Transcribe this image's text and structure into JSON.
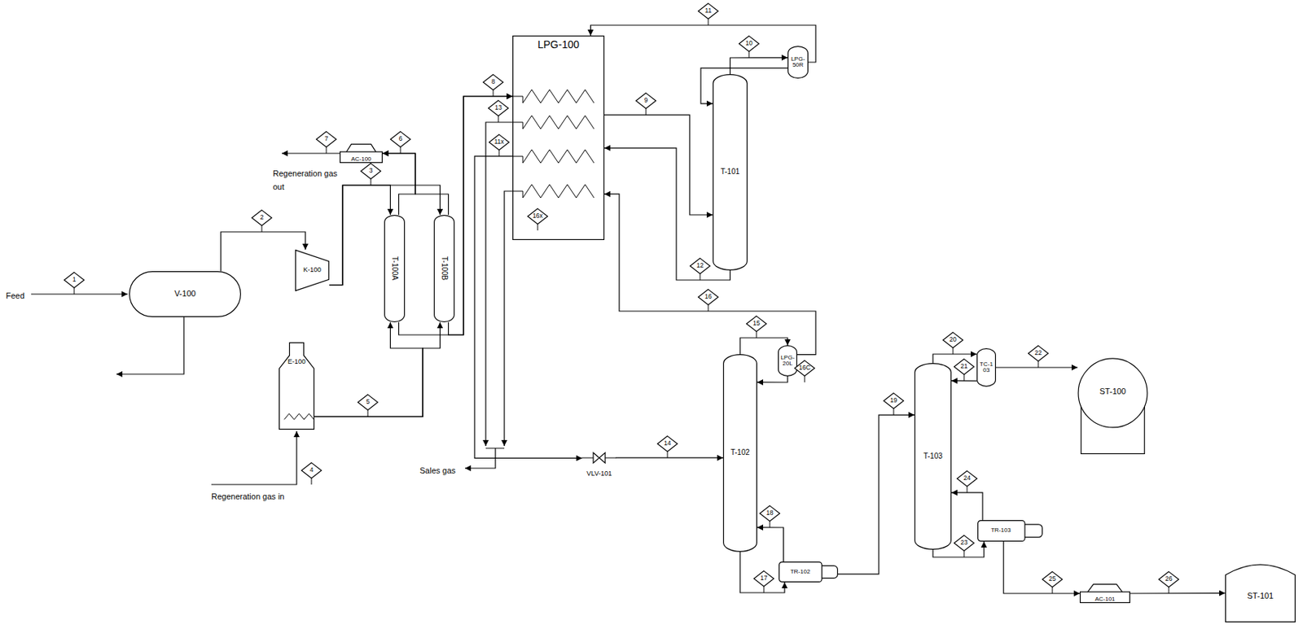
{
  "diagram": {
    "nodes": [
      {
        "text": [
          "V-100"
        ]
      },
      {
        "text": [
          "K-100"
        ]
      },
      {
        "text": [
          "AC-100"
        ]
      },
      {
        "text": [
          "T-100A"
        ]
      },
      {
        "text": [
          "T-100B"
        ]
      },
      {
        "text": [
          "E-100"
        ]
      },
      {
        "text": [
          "LPG-100"
        ]
      },
      {
        "text": [
          "T-101"
        ]
      },
      {
        "text": [
          "LPG-50R"
        ]
      },
      {
        "text": [
          "VLV-101"
        ]
      },
      {
        "text": [
          "T-102"
        ]
      },
      {
        "text": [
          "LPG-20L"
        ]
      },
      {
        "text": [
          "TR-102"
        ]
      },
      {
        "text": [
          "T-103"
        ]
      },
      {
        "text": [
          "TC-103"
        ]
      },
      {
        "text": [
          "TR-103"
        ]
      },
      {
        "text": [
          "ST-100"
        ]
      },
      {
        "text": [
          "AC-101"
        ]
      },
      {
        "text": [
          "ST-101"
        ]
      },
      {
        "text": [
          "1"
        ]
      },
      {
        "text": [
          "2"
        ]
      },
      {
        "text": [
          "3"
        ]
      },
      {
        "text": [
          "4"
        ]
      },
      {
        "text": [
          "5"
        ]
      },
      {
        "text": [
          "6"
        ]
      },
      {
        "text": [
          "7"
        ]
      },
      {
        "text": [
          "8"
        ]
      },
      {
        "text": [
          "9"
        ]
      },
      {
        "text": [
          "10"
        ]
      },
      {
        "text": [
          "11"
        ]
      },
      {
        "text": [
          "11x"
        ]
      },
      {
        "text": [
          "12"
        ]
      },
      {
        "text": [
          "13"
        ]
      },
      {
        "text": [
          "14"
        ]
      },
      {
        "text": [
          "15"
        ]
      },
      {
        "text": [
          "16"
        ]
      },
      {
        "text": [
          "16C"
        ]
      },
      {
        "text": [
          "16x"
        ]
      },
      {
        "text": [
          "17"
        ]
      },
      {
        "text": [
          "18"
        ]
      },
      {
        "text": [
          "19"
        ]
      },
      {
        "text": [
          "20"
        ]
      },
      {
        "text": [
          "21"
        ]
      },
      {
        "text": [
          "22"
        ]
      },
      {
        "text": [
          "23"
        ]
      },
      {
        "text": [
          "24"
        ]
      },
      {
        "text": [
          "25"
        ]
      },
      {
        "text": [
          "26"
        ]
      }
    ],
    "edges": [
      {
        "from": 0,
        "to": 1,
        "arrow": "to"
      },
      {
        "from": 1,
        "to": 3,
        "arrow": "to"
      },
      {
        "from": 1,
        "to": 4,
        "arrow": "to"
      },
      {
        "from": 5,
        "to": 3,
        "arrow": "to"
      },
      {
        "from": 5,
        "to": 4,
        "arrow": "to"
      },
      {
        "from": 3,
        "to": 2,
        "arrow": "to"
      },
      {
        "from": 4,
        "to": 2,
        "arrow": "to"
      },
      {
        "from": 3,
        "to": 6,
        "arrow": "to"
      },
      {
        "from": 4,
        "to": 6,
        "arrow": "to"
      },
      {
        "from": 6,
        "to": 7,
        "arrow": "to"
      },
      {
        "from": 7,
        "to": 8,
        "arrow": "to"
      },
      {
        "from": 8,
        "to": 7,
        "arrow": "to"
      },
      {
        "from": 8,
        "to": 6,
        "arrow": "to"
      },
      {
        "from": 7,
        "to": 6,
        "arrow": "to"
      },
      {
        "from": 6,
        "to": 9,
        "arrow": "to"
      },
      {
        "from": 9,
        "to": 10,
        "arrow": "to"
      },
      {
        "from": 10,
        "to": 11,
        "arrow": "to"
      },
      {
        "from": 11,
        "to": 10,
        "arrow": "to"
      },
      {
        "from": 11,
        "to": 6,
        "arrow": "to"
      },
      {
        "from": 10,
        "to": 12,
        "arrow": "to"
      },
      {
        "from": 12,
        "to": 10,
        "arrow": "to"
      },
      {
        "from": 12,
        "to": 13,
        "arrow": "to"
      },
      {
        "from": 13,
        "to": 14,
        "arrow": "to"
      },
      {
        "from": 14,
        "to": 13,
        "arrow": "to"
      },
      {
        "from": 14,
        "to": 16,
        "arrow": "to"
      },
      {
        "from": 13,
        "to": 15,
        "arrow": "to"
      },
      {
        "from": 15,
        "to": 13,
        "arrow": "to"
      },
      {
        "from": 15,
        "to": 17,
        "arrow": "to"
      },
      {
        "from": 17,
        "to": 18,
        "arrow": "to"
      }
    ],
    "labels": [
      "Feed",
      "Regeneration gas out",
      "Regeneration gas in",
      "Sales gas"
    ]
  }
}
